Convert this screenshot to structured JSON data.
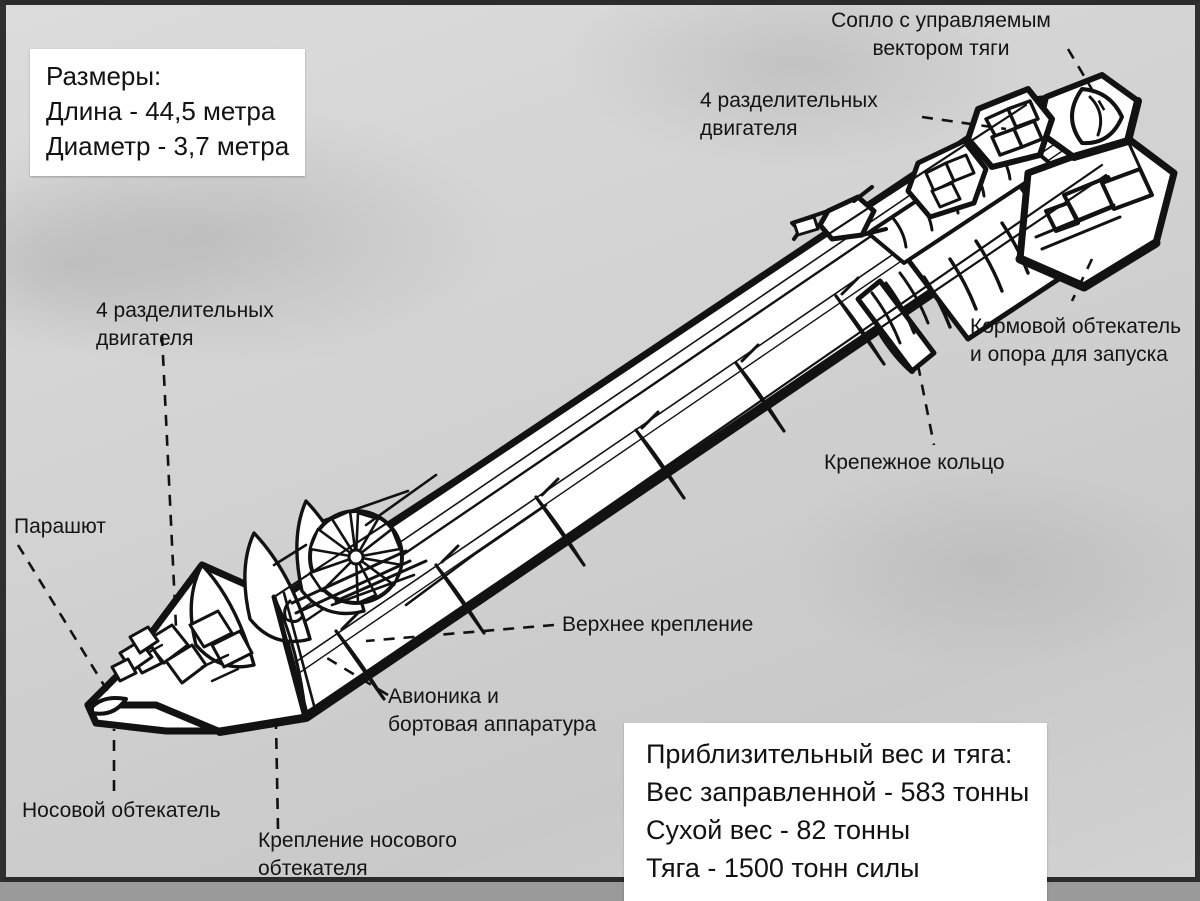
{
  "diagram": {
    "title": "Cutaway technical illustration of a rocket booster stage",
    "background_color": "#d3d3d3",
    "ink_color": "#121212",
    "body_fill": "#ffffff"
  },
  "info_boxes": [
    {
      "id": "dimensions",
      "lines": [
        "Размеры:",
        "Длина - 44,5 метра",
        "Диаметр - 3,7 метра"
      ]
    },
    {
      "id": "weight_thrust",
      "lines": [
        "Приблизительный вес и тяга:",
        "Вес заправленной - 583 тонны",
        "Сухой вес - 82 тонны",
        "Тяга - 1500 тонн силы"
      ]
    }
  ],
  "callouts": [
    {
      "id": "thrust-vector-nozzle",
      "lines": [
        "Сопло с управляемым",
        "вектором тяги"
      ]
    },
    {
      "id": "separation-motors-top",
      "lines": [
        "4 разделительных",
        "двигателя"
      ]
    },
    {
      "id": "aft-fairing",
      "lines": [
        "Кормовой обтекатель",
        "и опора для запуска"
      ]
    },
    {
      "id": "attachment-ring",
      "lines": [
        "Крепежное кольцо"
      ]
    },
    {
      "id": "separation-motors-left",
      "lines": [
        "4 разделительных",
        "двигателя"
      ]
    },
    {
      "id": "parachute",
      "lines": [
        "Парашют"
      ]
    },
    {
      "id": "upper-attachment",
      "lines": [
        "Верхнее крепление"
      ]
    },
    {
      "id": "avionics",
      "lines": [
        "Авионика и",
        "бортовая аппаратура"
      ]
    },
    {
      "id": "nose-cone",
      "lines": [
        "Носовой обтекатель"
      ]
    },
    {
      "id": "nose-cone-attachment",
      "lines": [
        "Крепление носового",
        "обтекателя"
      ]
    }
  ]
}
